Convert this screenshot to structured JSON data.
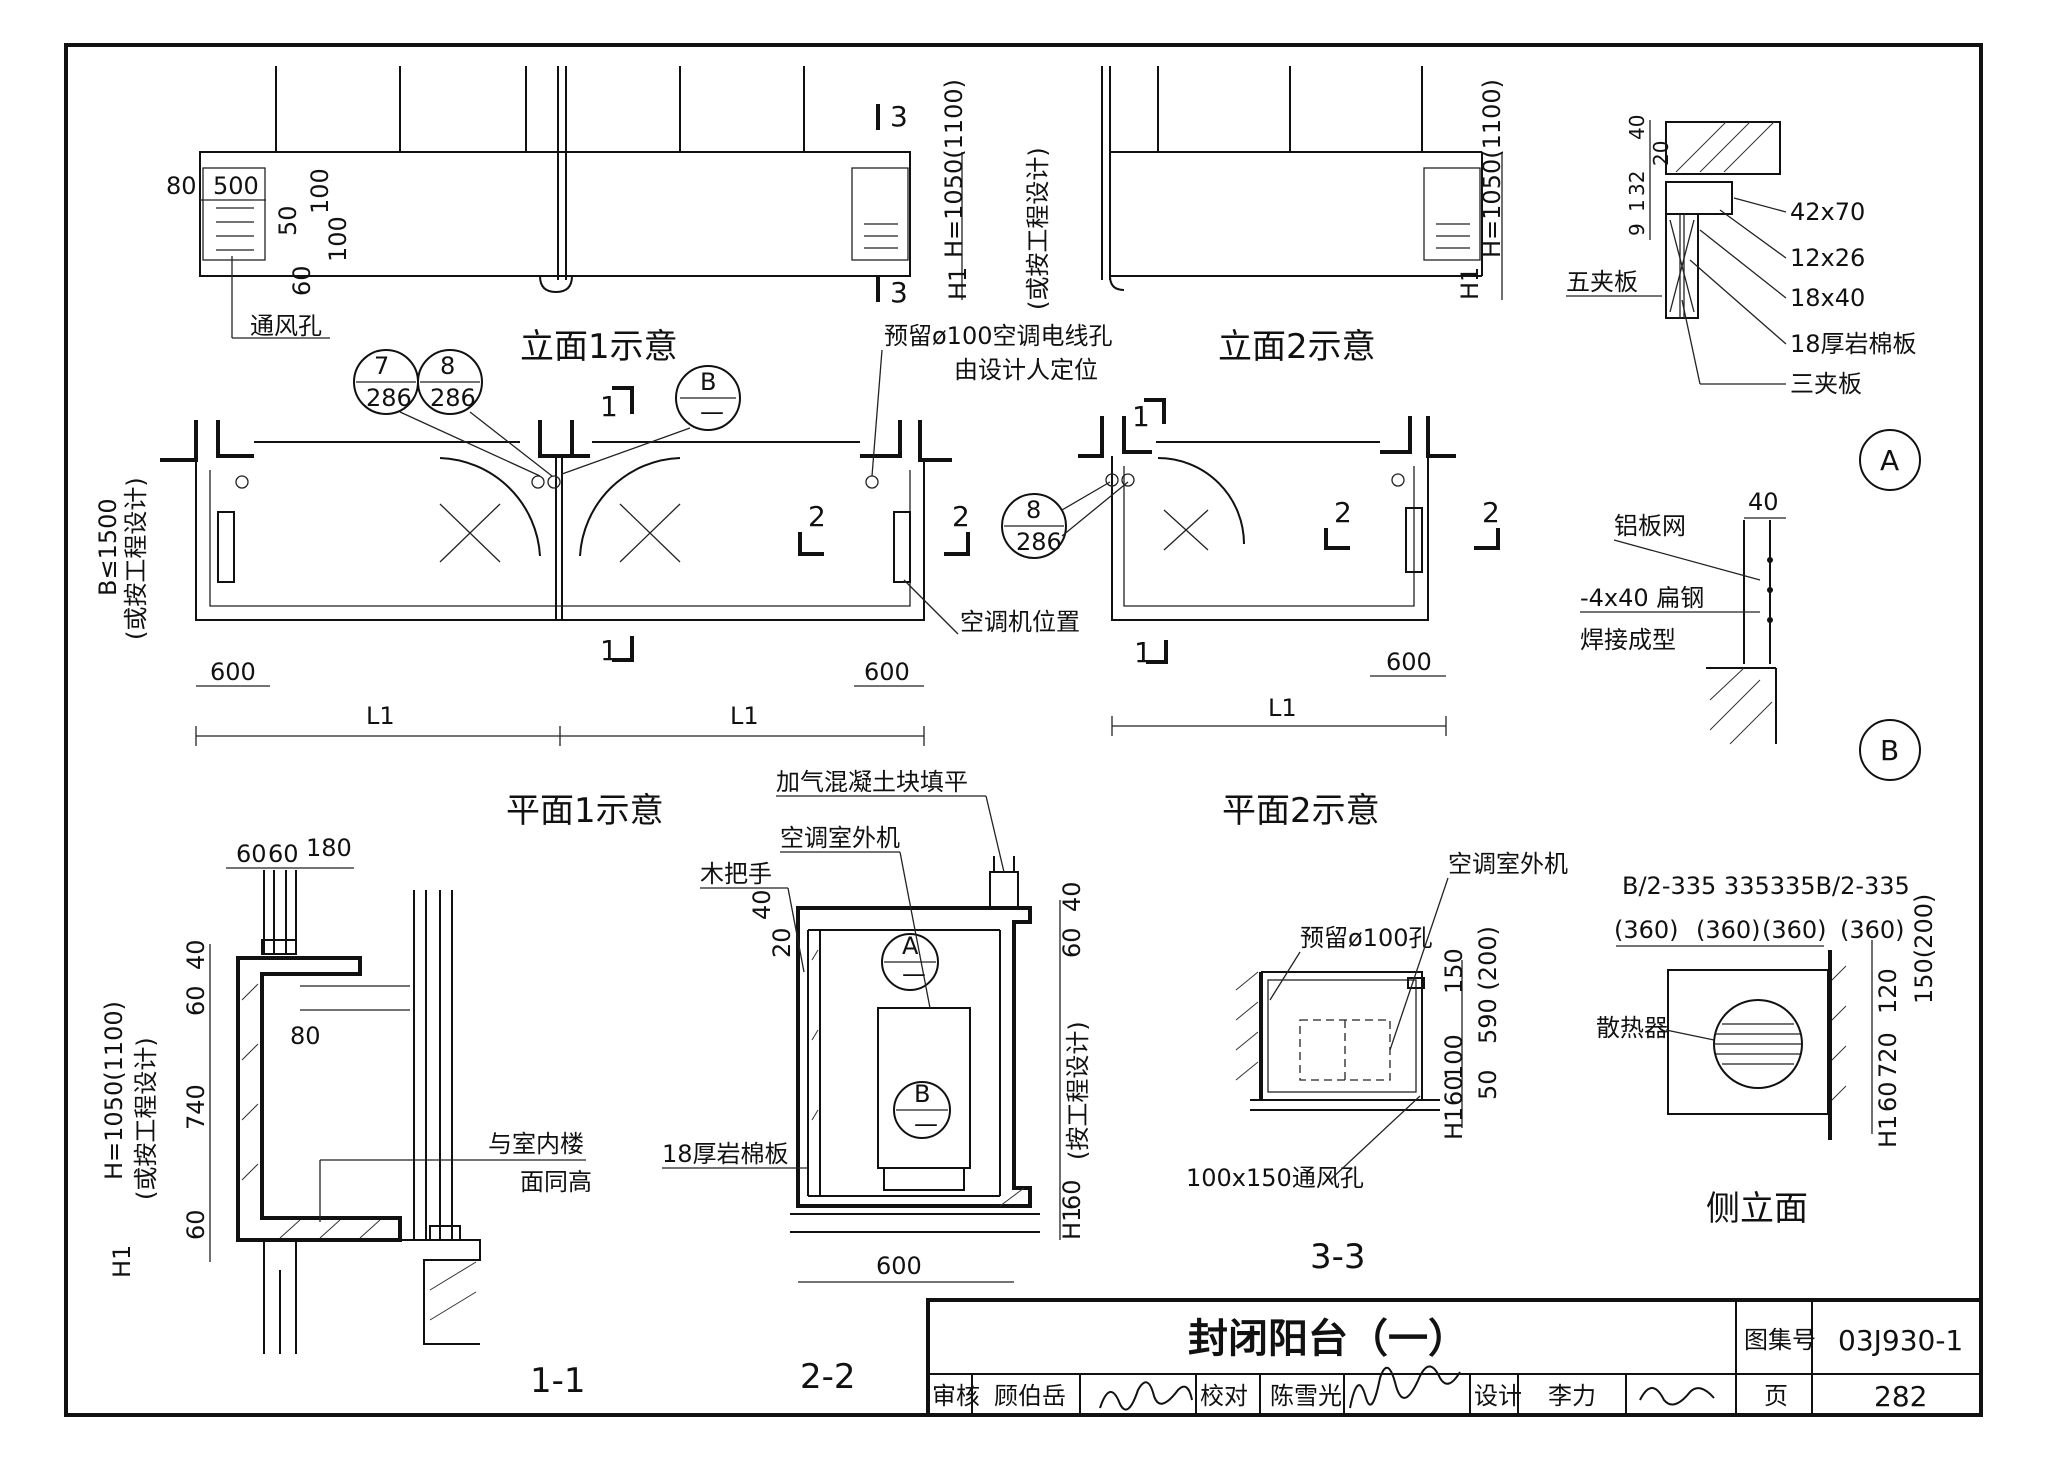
{
  "sheet": {
    "elevation1": {
      "title": "立面1示意",
      "vent_label": "通风孔",
      "dims": [
        "80",
        "500",
        "100",
        "50",
        "60",
        "100"
      ],
      "height_note": "H=1050(1100)",
      "design_note": "(或按工程设计)",
      "h1": "H1",
      "section_marks": [
        "3",
        "3"
      ]
    },
    "elevation2": {
      "title": "立面2示意",
      "height_note": "H=1050(1100)",
      "h1": "H1"
    },
    "plan1": {
      "title": "平面1示意",
      "hole_note_1": "预留ø100空调电线孔",
      "hole_note_2": "由设计人定位",
      "ac_position": "空调机位置",
      "depth_note": "B≤1500",
      "design_note": "(或按工程设计)",
      "dims": [
        "600",
        "600",
        "L1",
        "L1"
      ],
      "refs": [
        {
          "top": "7",
          "bottom": "286"
        },
        {
          "top": "8",
          "bottom": "286"
        },
        {
          "top": "B",
          "bottom": "—"
        }
      ],
      "section_marks": [
        "1",
        "1",
        "2",
        "2"
      ]
    },
    "plan2": {
      "title": "平面2示意",
      "dims": [
        "600",
        "L1"
      ],
      "ref": {
        "top": "8",
        "bottom": "286"
      },
      "section_marks": [
        "1",
        "1",
        "2",
        "2"
      ]
    },
    "detailA": {
      "id": "A",
      "dims": [
        "40",
        "20",
        "32",
        "1",
        "9"
      ],
      "labels": [
        "42x70",
        "12x26",
        "18x40",
        "18厚岩棉板",
        "三夹板",
        "五夹板"
      ]
    },
    "detailB": {
      "id": "B",
      "dim": "40",
      "labels": [
        "铝板网",
        "-4x40 扁钢",
        "焊接成型"
      ]
    },
    "section11": {
      "title": "1-1",
      "dims": [
        "60",
        "60",
        "180",
        "40",
        "60",
        "80",
        "740",
        "60"
      ],
      "height_note": "H=1050(1100)",
      "design_note": "(或按工程设计)",
      "h1": "H1",
      "floor_note_1": "与室内楼",
      "floor_note_2": "面同高"
    },
    "section22": {
      "title": "2-2",
      "labels": [
        "加气混凝土块填平",
        "空调室外机",
        "木把手",
        "18厚岩棉板"
      ],
      "dims": [
        "40",
        "20",
        "40",
        "60",
        "60",
        "600"
      ],
      "design_note": "(按工程设计)",
      "h1": "H1",
      "refs": [
        {
          "top": "A",
          "bottom": "—"
        },
        {
          "top": "B",
          "bottom": "—"
        }
      ]
    },
    "section33": {
      "title": "3-3",
      "labels": [
        "预留ø100孔",
        "空调室外机",
        "100x150通风孔"
      ],
      "dims": [
        "150",
        "590 (200)",
        "100",
        "60",
        "50"
      ],
      "h1": "H1"
    },
    "side_elevation": {
      "title": "侧立面",
      "top_dims": "B/2-335 335335B/2-335",
      "paren_dims": [
        "(360)",
        "(360)",
        "(360)",
        "(360)"
      ],
      "radiator": "散热器",
      "dims": [
        "150(200)",
        "120",
        "720",
        "60"
      ],
      "h1": "H1"
    },
    "title_block": {
      "title": "封闭阳台（一）",
      "atlas_label": "图集号",
      "atlas_no": "03J930-1",
      "page_label": "页",
      "page_no": "282",
      "review_label": "审核",
      "reviewer": "顾伯岳",
      "check_label": "校对",
      "checker": "陈雪光",
      "design_label": "设计",
      "designer": "李力"
    }
  }
}
